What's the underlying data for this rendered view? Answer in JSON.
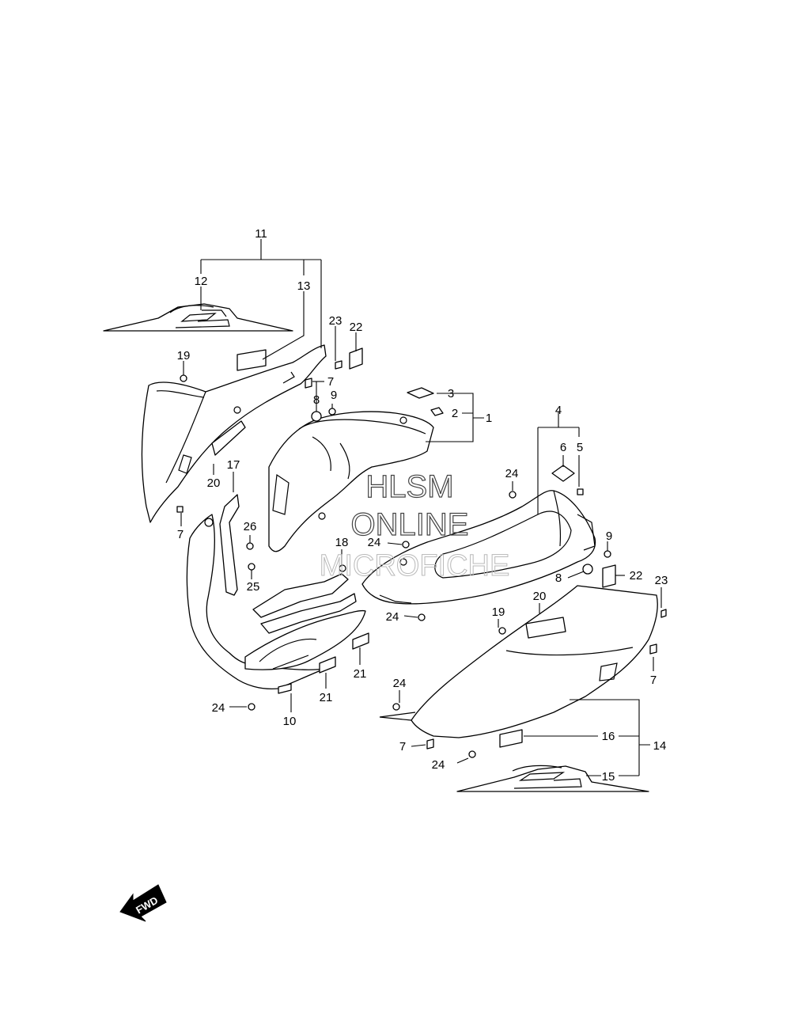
{
  "watermark": {
    "line1": "HLSM",
    "line2": "ONLINE",
    "line3": "MICROFICHE"
  },
  "direction_label": "FWD",
  "callouts": {
    "c1": "1",
    "c2": "2",
    "c3": "3",
    "c4": "4",
    "c5": "5",
    "c6": "6",
    "c7a": "7",
    "c7b": "7",
    "c7c": "7",
    "c7d": "7",
    "c8a": "8",
    "c8b": "8",
    "c9a": "9",
    "c9b": "9",
    "c10": "10",
    "c11": "11",
    "c12": "12",
    "c13": "13",
    "c14": "14",
    "c15": "15",
    "c16": "16",
    "c17": "17",
    "c18": "18",
    "c19a": "19",
    "c19b": "19",
    "c20a": "20",
    "c20b": "20",
    "c21a": "21",
    "c21b": "21",
    "c22a": "22",
    "c22b": "22",
    "c23a": "23",
    "c23b": "23",
    "c24a": "24",
    "c24b": "24",
    "c24c": "24",
    "c24d": "24",
    "c24e": "24",
    "c24f": "24",
    "c25": "25",
    "c26": "26"
  },
  "colors": {
    "line": "#000000",
    "background": "#ffffff",
    "watermark": "#444444",
    "watermark_faint": "#b9b9b9"
  }
}
